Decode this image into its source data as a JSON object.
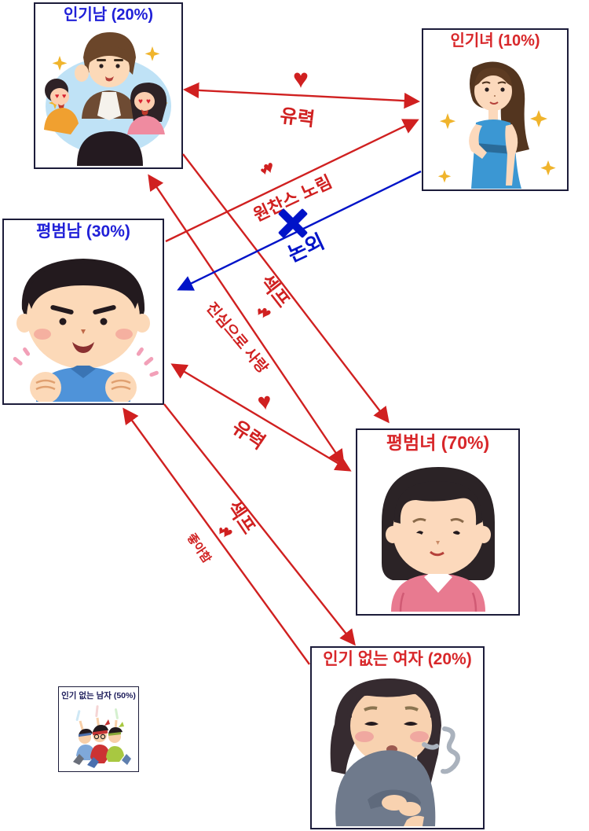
{
  "canvas": {
    "background": "#ffffff",
    "red_accent": "#d02020",
    "blue_text": "#2020d8",
    "blue_line": "#0013c8",
    "box_border": "#1c1c3a"
  },
  "nodes": {
    "popular_man": {
      "label": "인기남 (20%)"
    },
    "popular_woman": {
      "label": "인기녀 (10%)"
    },
    "average_man": {
      "label": "평범남 (30%)"
    },
    "average_woman": {
      "label": "평범녀 (70%)"
    },
    "unpopular_woman": {
      "label": "인기 없는 여자 (20%)"
    },
    "unpopular_man": {
      "label": "인기 없는 남자 (50%)"
    }
  },
  "edges": {
    "likely_top": {
      "label": "유력",
      "from": "popular_man",
      "to": "popular_woman",
      "color": "red",
      "double_arrow": true
    },
    "one_chance": {
      "label": "원찬스 노림",
      "from": "average_man",
      "to": "popular_woman",
      "color": "red",
      "double_arrow": false
    },
    "out_of_question": {
      "label": "논외",
      "from": "popular_woman",
      "to": "average_man",
      "color": "blue",
      "double_arrow": false,
      "crossed_out": true
    },
    "sex_friend_upper": {
      "label": "섹프",
      "from": "popular_man",
      "to": "average_woman",
      "color": "red",
      "double_arrow": false
    },
    "true_love": {
      "label": "진심으로 사랑",
      "from": "average_woman",
      "to": "popular_man",
      "color": "red",
      "double_arrow": true
    },
    "likely_mid": {
      "label": "유력",
      "from": "average_man",
      "to": "average_woman",
      "color": "red",
      "double_arrow": true
    },
    "sex_friend_lower": {
      "label": "섹프",
      "from": "average_man",
      "to": "unpopular_woman",
      "color": "red",
      "double_arrow": false
    },
    "likes": {
      "label": "좋아함",
      "from": "unpopular_woman",
      "to": "average_man",
      "color": "red",
      "double_arrow": false
    }
  },
  "icons": {
    "heart": "♥",
    "cross_mark": "✖"
  }
}
